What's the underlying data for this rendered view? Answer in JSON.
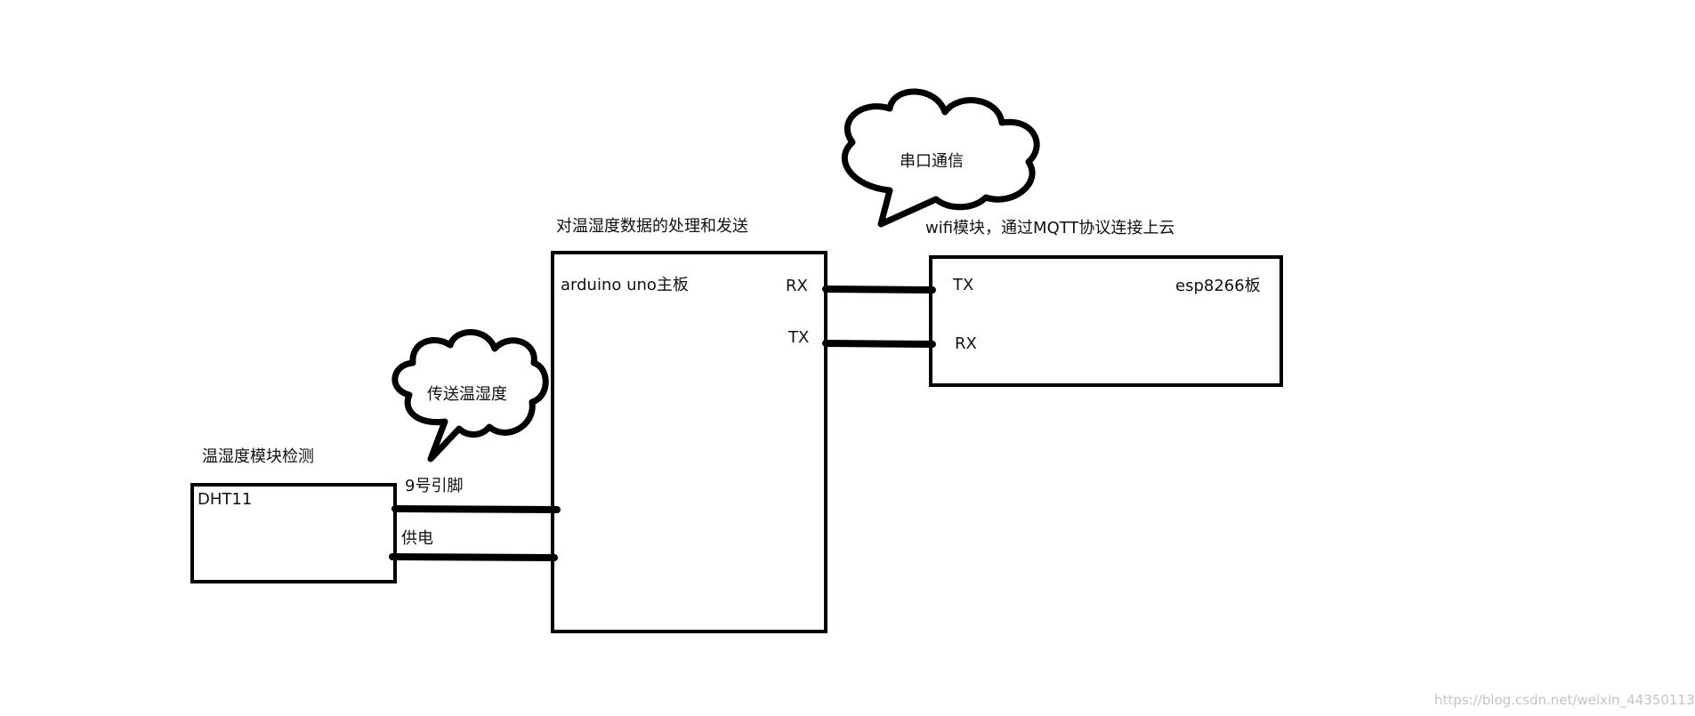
{
  "dht11": {
    "caption": "温湿度模块检测",
    "name": "DHT11",
    "pin_label": "9号引脚",
    "power_label": "供电"
  },
  "bubble_transfer": {
    "text": "传送温湿度"
  },
  "arduino": {
    "caption": "对温湿度数据的处理和发送",
    "name": "arduino uno主板",
    "rx": "RX",
    "tx": "TX"
  },
  "bubble_serial": {
    "text": "串口通信"
  },
  "esp8266": {
    "caption": "wifi模块，通过MQTT协议连接上云",
    "name": "esp8266板",
    "tx": "TX",
    "rx": "RX"
  },
  "watermark": "https://blog.csdn.net/weixin_44350113",
  "colors": {
    "stroke": "#000000",
    "background": "#ffffff",
    "watermark": "#c4c4c4"
  }
}
